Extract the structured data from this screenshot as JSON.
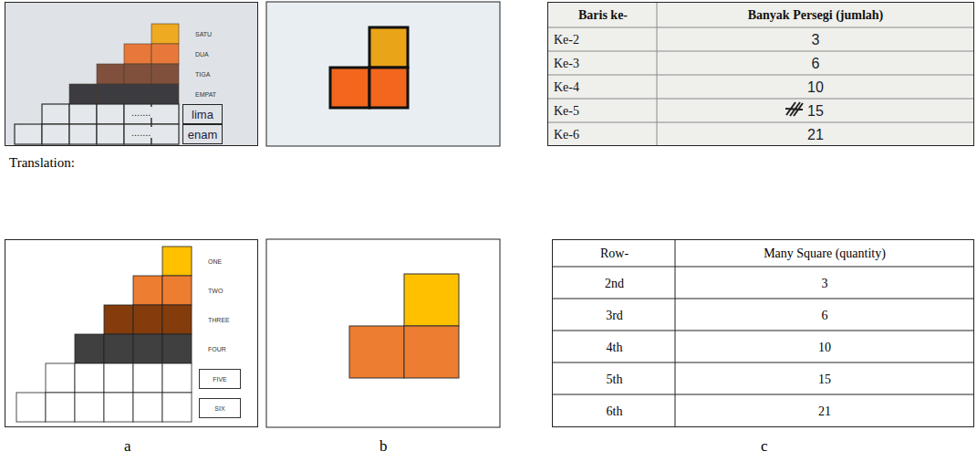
{
  "diagram": {
    "nodes": [
      {
        "text": [
          "SATU",
          "DUA",
          "TIGA",
          "EMPAT"
        ]
      },
      {
        "text": [
          "lima"
        ],
        "in": 0
      },
      {
        "text": [
          "enam"
        ],
        "in": 0
      },
      {
        "text": [
          "Baris ke-",
          "Banyak Persegi (jumlah)",
          "Ke-2",
          "3",
          "Ke-3",
          "6",
          "Ke-4",
          "10",
          "Ke-5",
          "15",
          "Ke-6",
          "21"
        ]
      },
      {
        "text": [
          "ONE",
          "TWO",
          "THREE",
          "FOUR"
        ]
      },
      {
        "text": [
          "FIVE"
        ],
        "in": 4
      },
      {
        "text": [
          "SIX"
        ],
        "in": 4
      },
      {
        "text": [
          "Row-",
          "Many Square (quantity)",
          "2nd",
          "3",
          "3rd",
          "6",
          "4th",
          "10",
          "5th",
          "15",
          "6th",
          "21"
        ]
      }
    ],
    "labels": [
      "Translation:",
      "a",
      "b",
      "c",
      ".......",
      "......."
    ]
  }
}
